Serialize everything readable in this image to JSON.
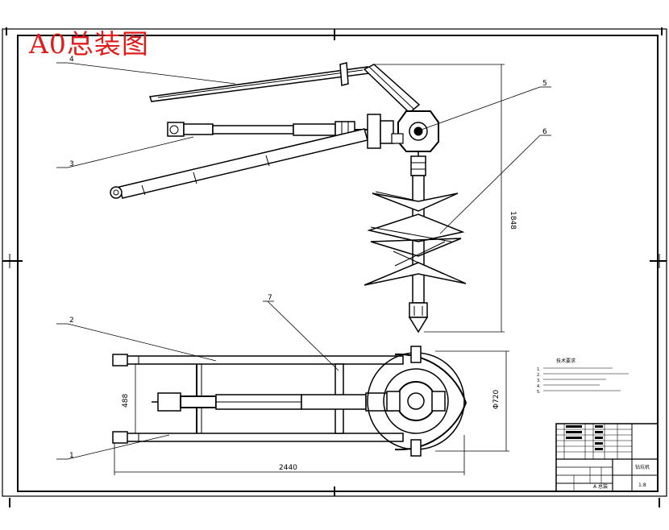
{
  "drawing": {
    "title": "A0总装图",
    "title_color": "#e21a1a",
    "line_color": "#000000",
    "balloons": [
      "1",
      "2",
      "3",
      "4",
      "5",
      "6",
      "7"
    ],
    "dimensions": {
      "height": "1848",
      "length": "2440",
      "width": "488",
      "diameter": "Φ720"
    },
    "notes": {
      "heading": "技术要求",
      "lines": [
        "1.",
        "2.",
        "3.",
        "4.",
        "5."
      ]
    },
    "title_block": {
      "name": "钻坑机",
      "scale": "1:8",
      "sheet": "A 总装"
    }
  }
}
